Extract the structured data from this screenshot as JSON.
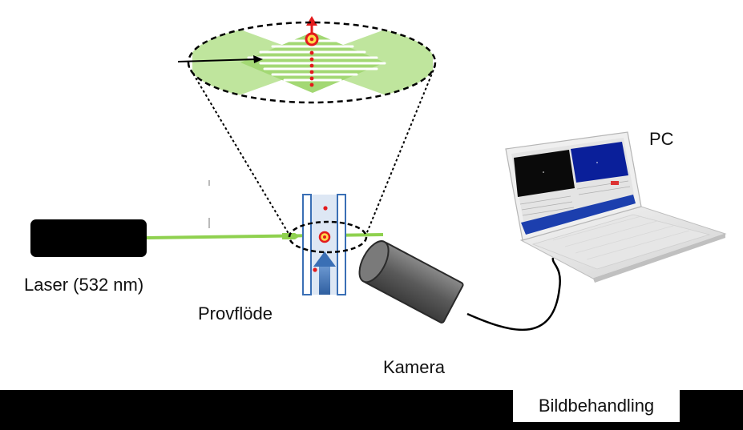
{
  "labels": {
    "laser": "Laser (532 nm)",
    "flow": "Provflöde",
    "camera": "Kamera",
    "pc": "PC",
    "processing": "Bildbehandling"
  },
  "colors": {
    "beam": "#8fd14f",
    "particle": "#e31a1c",
    "flow_arrow": "#3a6fb5",
    "camera_body": "#6b6b6b",
    "laser_body": "#000000",
    "sheet_green": "#b4e08c",
    "screen_dark": "#0a0a0a",
    "screen_blue": "#0a1f9a"
  },
  "icons": {
    "laser": "laser-device-icon",
    "camera": "camera-icon",
    "pc": "laptop-icon",
    "flow": "flow-arrow-icon"
  }
}
